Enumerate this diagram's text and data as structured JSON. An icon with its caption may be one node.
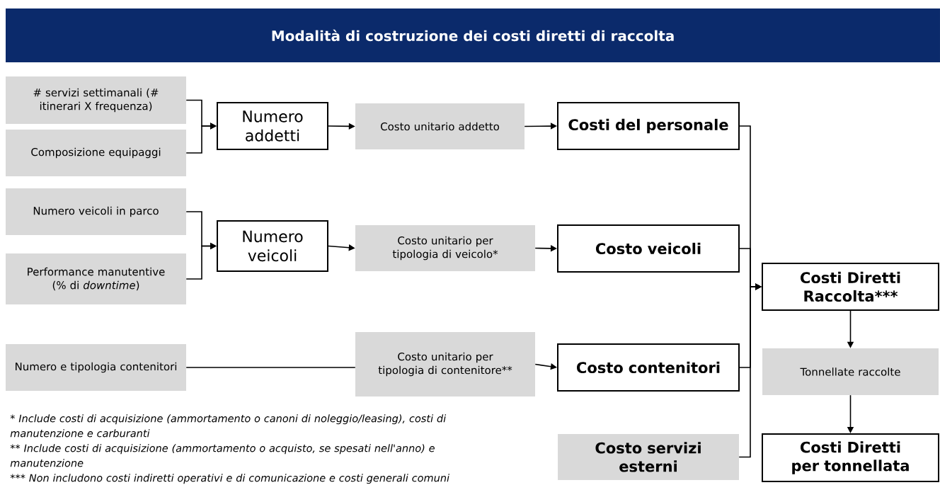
{
  "diagram": {
    "title": "Modalità di costruzione dei costi diretti di raccolta",
    "nodes": [
      {
        "text": [
          "# servizi settimanali (# itinerari X frequenza)"
        ]
      },
      {
        "text": [
          "Composizione equipaggi"
        ]
      },
      {
        "text": [
          "Numero addetti"
        ]
      },
      {
        "text": [
          "Costo unitario addetto"
        ]
      },
      {
        "text": [
          "Costi del personale"
        ]
      },
      {
        "text": [
          "Numero veicoli in parco"
        ]
      },
      {
        "text": [
          "Performance manutentive (% di *downtime*)"
        ]
      },
      {
        "text": [
          "Numero veicoli"
        ]
      },
      {
        "text": [
          "Costo unitario per tipologia di veicolo*"
        ]
      },
      {
        "text": [
          "Costo veicoli"
        ]
      },
      {
        "text": [
          "Numero e tipologia contenitori"
        ]
      },
      {
        "text": [
          "Costo unitario per tipologia di contenitore**"
        ]
      },
      {
        "text": [
          "Costo contenitori"
        ]
      },
      {
        "text": [
          "Costo servizi esterni"
        ]
      },
      {
        "text": [
          "Costi Diretti Raccolta***"
        ]
      },
      {
        "text": [
          "Tonnellate raccolte"
        ]
      },
      {
        "text": [
          "Costi Diretti per tonnellata"
        ]
      }
    ],
    "edges": [
      {
        "from": 0,
        "to": 2,
        "arrow": "to"
      },
      {
        "from": 1,
        "to": 2,
        "arrow": "to"
      },
      {
        "from": 2,
        "to": 3,
        "arrow": "to"
      },
      {
        "from": 3,
        "to": 4,
        "arrow": "to"
      },
      {
        "from": 5,
        "to": 7,
        "arrow": "to"
      },
      {
        "from": 6,
        "to": 7,
        "arrow": "to"
      },
      {
        "from": 7,
        "to": 8,
        "arrow": "to"
      },
      {
        "from": 8,
        "to": 9,
        "arrow": "to"
      },
      {
        "from": 10,
        "to": 11,
        "arrow": "none"
      },
      {
        "from": 11,
        "to": 12,
        "arrow": "to"
      },
      {
        "from": 4,
        "to": 14,
        "arrow": "to"
      },
      {
        "from": 9,
        "to": 14,
        "arrow": "to"
      },
      {
        "from": 12,
        "to": 14,
        "arrow": "to"
      },
      {
        "from": 13,
        "to": 14,
        "arrow": "to"
      },
      {
        "from": 14,
        "to": 15,
        "arrow": "to"
      },
      {
        "from": 15,
        "to": 16,
        "arrow": "to"
      }
    ],
    "labels": [
      "* Include costi di acquisizione (ammortamento o canoni di noleggio/leasing), costi di manutenzione e carburanti",
      "** Include costi di acquisizione (ammortamento o acquisto, se spesati nell'anno) e manutenzione",
      "*** Non includono costi indiretti operativi e di comunicazione e costi generali comuni"
    ]
  }
}
